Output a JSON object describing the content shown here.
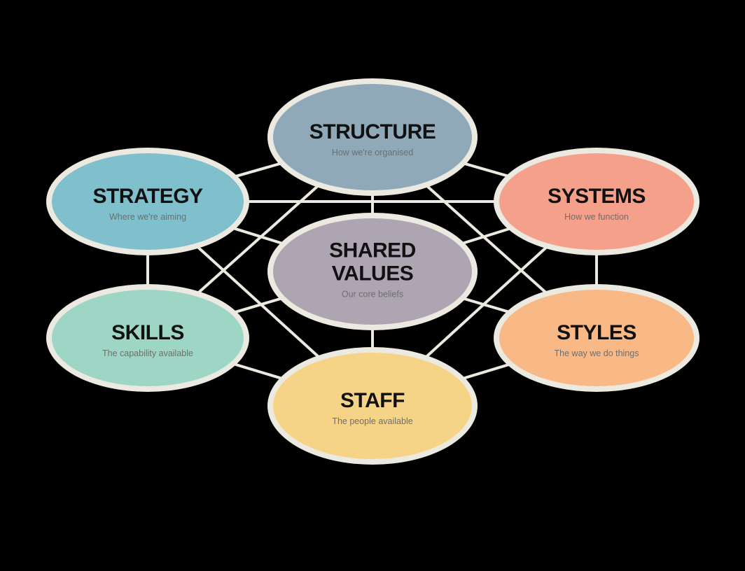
{
  "colors": {
    "background": "#000000",
    "connector": "#ece9e0",
    "ring": "#ece9e0",
    "title_text": "#111111",
    "subtitle_text": "#6e6e6e"
  },
  "nodes": [
    {
      "id": "structure",
      "title_lines": [
        "STRUCTURE"
      ],
      "subtitle": "How we're organised",
      "fill": "#90a9b8"
    },
    {
      "id": "strategy",
      "title_lines": [
        "STRATEGY"
      ],
      "subtitle": "Where we're aiming",
      "fill": "#7fc0cc"
    },
    {
      "id": "systems",
      "title_lines": [
        "SYSTEMS"
      ],
      "subtitle": "How we function",
      "fill": "#f4a08a"
    },
    {
      "id": "shared-values",
      "title_lines": [
        "SHARED",
        "VALUES"
      ],
      "subtitle": "Our core beliefs",
      "fill": "#aea5b3"
    },
    {
      "id": "skills",
      "title_lines": [
        "SKILLS"
      ],
      "subtitle": "The capability available",
      "fill": "#9ed6c5"
    },
    {
      "id": "styles",
      "title_lines": [
        "STYLES"
      ],
      "subtitle": "The way we do things",
      "fill": "#f8b987"
    },
    {
      "id": "staff",
      "title_lines": [
        "STAFF"
      ],
      "subtitle": "The people available",
      "fill": "#f6d487"
    }
  ],
  "edges": [
    [
      "structure",
      "strategy"
    ],
    [
      "structure",
      "systems"
    ],
    [
      "structure",
      "shared-values"
    ],
    [
      "structure",
      "skills"
    ],
    [
      "structure",
      "styles"
    ],
    [
      "strategy",
      "shared-values"
    ],
    [
      "strategy",
      "skills"
    ],
    [
      "strategy",
      "systems"
    ],
    [
      "strategy",
      "staff"
    ],
    [
      "systems",
      "shared-values"
    ],
    [
      "systems",
      "styles"
    ],
    [
      "systems",
      "staff"
    ],
    [
      "skills",
      "shared-values"
    ],
    [
      "skills",
      "staff"
    ],
    [
      "styles",
      "shared-values"
    ],
    [
      "styles",
      "staff"
    ],
    [
      "shared-values",
      "staff"
    ]
  ]
}
